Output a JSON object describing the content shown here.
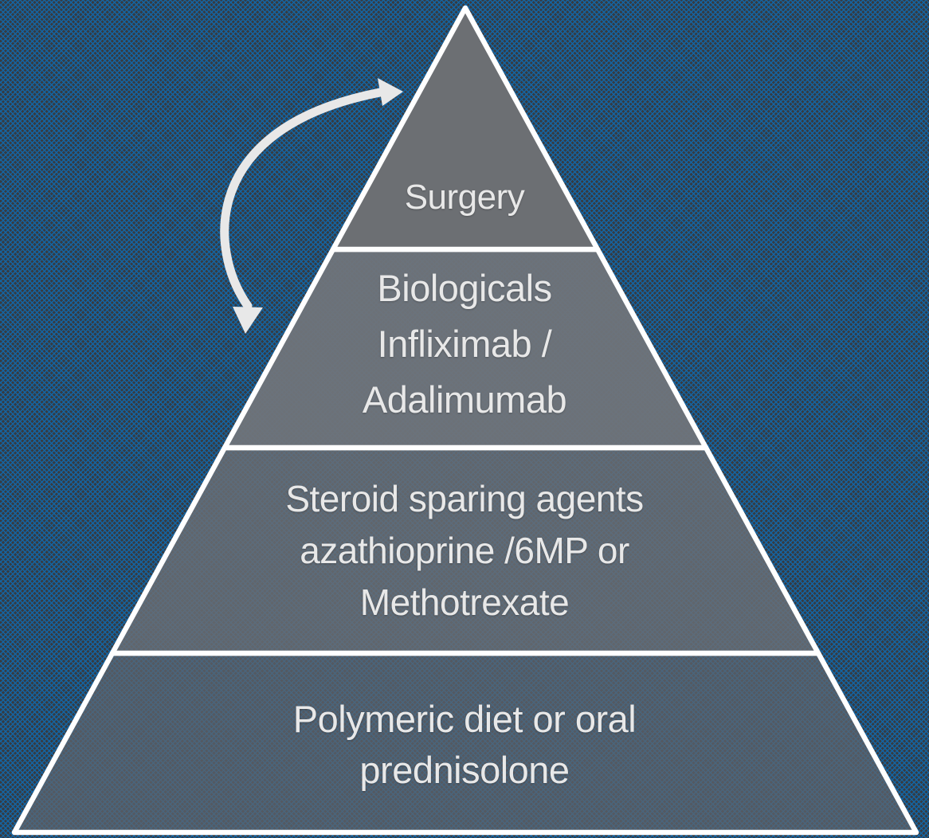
{
  "slide": {
    "background_base_color": "#363b42",
    "background_lattice_color": "#1465a3"
  },
  "pyramid": {
    "outline_color": "#ffffff",
    "text_color": "#e8e8e8",
    "tiers": [
      {
        "id": "surgery",
        "lines": [
          "Surgery"
        ],
        "fill": "#6c6f73",
        "fill_opacity": "1"
      },
      {
        "id": "biologicals",
        "lines": [
          "Biologicals",
          "Infliximab /",
          "Adalimumab"
        ],
        "fill": "#70747a",
        "fill_opacity": "0.95"
      },
      {
        "id": "steroid-sparing-agents",
        "lines": [
          "Steroid sparing agents",
          "azathioprine /6MP or",
          "Methotrexate"
        ],
        "fill": "#6a6e73",
        "fill_opacity": "0.84"
      },
      {
        "id": "first-line-therapy",
        "lines": [
          "Polymeric diet or oral",
          "prednisolone"
        ],
        "fill": "#5f656d",
        "fill_opacity": "0.72"
      }
    ]
  },
  "arrow": {
    "description": "curved two-way arrow between Surgery and Biologicals tiers",
    "color": "#e8e8e8"
  }
}
